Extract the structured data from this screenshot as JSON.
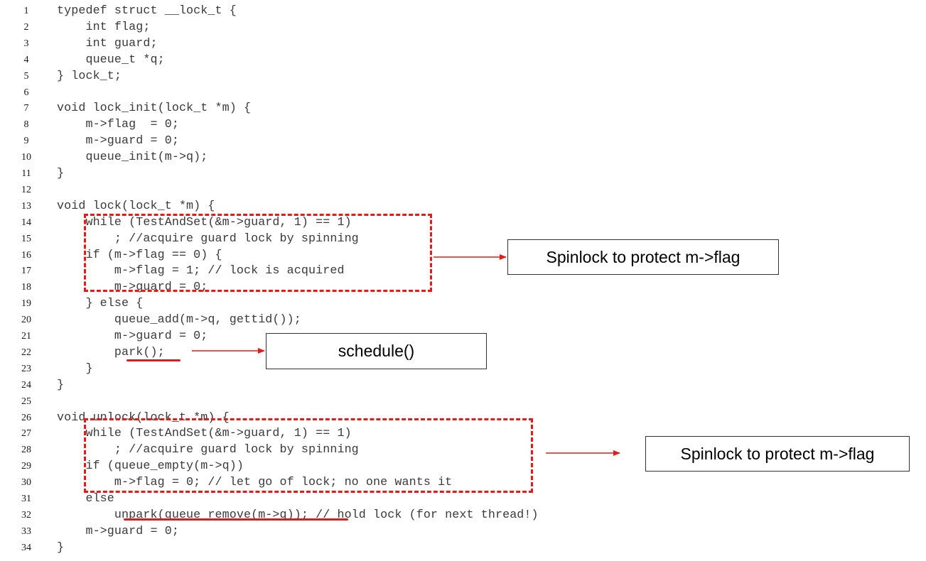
{
  "code_lines": [
    {
      "num": "1",
      "text": "typedef struct __lock_t {"
    },
    {
      "num": "2",
      "text": "    int flag;"
    },
    {
      "num": "3",
      "text": "    int guard;"
    },
    {
      "num": "4",
      "text": "    queue_t *q;"
    },
    {
      "num": "5",
      "text": "} lock_t;"
    },
    {
      "num": "6",
      "text": ""
    },
    {
      "num": "7",
      "text": "void lock_init(lock_t *m) {"
    },
    {
      "num": "8",
      "text": "    m->flag  = 0;"
    },
    {
      "num": "9",
      "text": "    m->guard = 0;"
    },
    {
      "num": "10",
      "text": "    queue_init(m->q);"
    },
    {
      "num": "11",
      "text": "}"
    },
    {
      "num": "12",
      "text": ""
    },
    {
      "num": "13",
      "text": "void lock(lock_t *m) {"
    },
    {
      "num": "14",
      "text": "    while (TestAndSet(&m->guard, 1) == 1)"
    },
    {
      "num": "15",
      "text": "        ; //acquire guard lock by spinning"
    },
    {
      "num": "16",
      "text": "    if (m->flag == 0) {"
    },
    {
      "num": "17",
      "text": "        m->flag = 1; // lock is acquired"
    },
    {
      "num": "18",
      "text": "        m->guard = 0;"
    },
    {
      "num": "19",
      "text": "    } else {"
    },
    {
      "num": "20",
      "text": "        queue_add(m->q, gettid());"
    },
    {
      "num": "21",
      "text": "        m->guard = 0;"
    },
    {
      "num": "22",
      "text": "        park();"
    },
    {
      "num": "23",
      "text": "    }"
    },
    {
      "num": "24",
      "text": "}"
    },
    {
      "num": "25",
      "text": ""
    },
    {
      "num": "26",
      "text": "void unlock(lock_t *m) {"
    },
    {
      "num": "27",
      "text": "    while (TestAndSet(&m->guard, 1) == 1)"
    },
    {
      "num": "28",
      "text": "        ; //acquire guard lock by spinning"
    },
    {
      "num": "29",
      "text": "    if (queue_empty(m->q))"
    },
    {
      "num": "30",
      "text": "        m->flag = 0; // let go of lock; no one wants it"
    },
    {
      "num": "31",
      "text": "    else"
    },
    {
      "num": "32",
      "text": "        unpark(queue_remove(m->q)); // hold lock (for next thread!)"
    },
    {
      "num": "33",
      "text": "    m->guard = 0;"
    },
    {
      "num": "34",
      "text": "}"
    }
  ],
  "annotations": {
    "lock_spinlock_label": "Spinlock to protect m->flag",
    "park_label": "schedule()",
    "unlock_spinlock_label": "Spinlock to protect m->flag"
  },
  "colors": {
    "annotation_red": "#e31b1b"
  }
}
